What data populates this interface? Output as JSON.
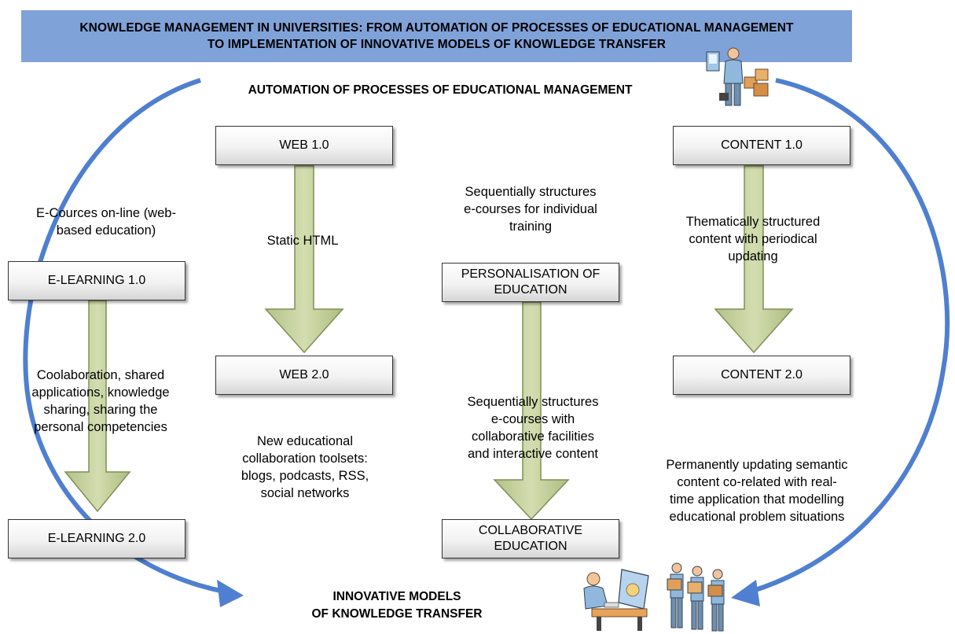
{
  "title": "KNOWLEDGE MANAGEMENT IN UNIVERSITIES: FROM AUTOMATION OF PROCESSES OF EDUCATIONAL MANAGEMENT\nTO IMPLEMENTATION OF INNOVATIVE MODELS OF KNOWLEDGE TRANSFER",
  "header": "AUTOMATION OF PROCESSES OF EDUCATIONAL MANAGEMENT",
  "footer": "INNOVATIVE MODELS\nOF KNOWLEDGE TRANSFER",
  "columns": {
    "elearning": {
      "top_note": "E-Cources on-line (web-\nbased education)",
      "box_top": "E-LEARNING 1.0",
      "arrow_note": "Coolaboration, shared\napplications, knowledge\nsharing, sharing the\npersonal competencies",
      "box_bottom": "E-LEARNING 2.0"
    },
    "web": {
      "box_top": "WEB 1.0",
      "arrow_note": "Static HTML",
      "box_bottom": "WEB 2.0",
      "bottom_note": "New educational\ncollaboration toolsets:\nblogs, podcasts, RSS,\nsocial networks"
    },
    "education": {
      "top_note": "Sequentially structures\ne-courses for individual\ntraining",
      "box_top": "PERSONALISATION OF\nEDUCATION",
      "arrow_note": "Sequentially structures\ne-courses with\ncollaborative facilities\nand interactive content",
      "box_bottom": "COLLABORATIVE\nEDUCATION"
    },
    "content": {
      "box_top": "CONTENT 1.0",
      "arrow_note": "Thematically structured\ncontent with periodical\nupdating",
      "box_bottom": "CONTENT 2.0",
      "bottom_note": "Permanently updating semantic\ncontent co-related with real-\ntime application that modelling\neducational problem situations"
    }
  },
  "icons": [
    "presenter-with-boxes-icon",
    "person-at-computer-icon",
    "group-carrying-boxes-icon"
  ],
  "colors": {
    "banner": "#7fa2d9",
    "cycle_arrow": "#4f7fd0",
    "down_arrow_fill": "#c3cf9a",
    "down_arrow_stroke": "#7f8f55"
  }
}
